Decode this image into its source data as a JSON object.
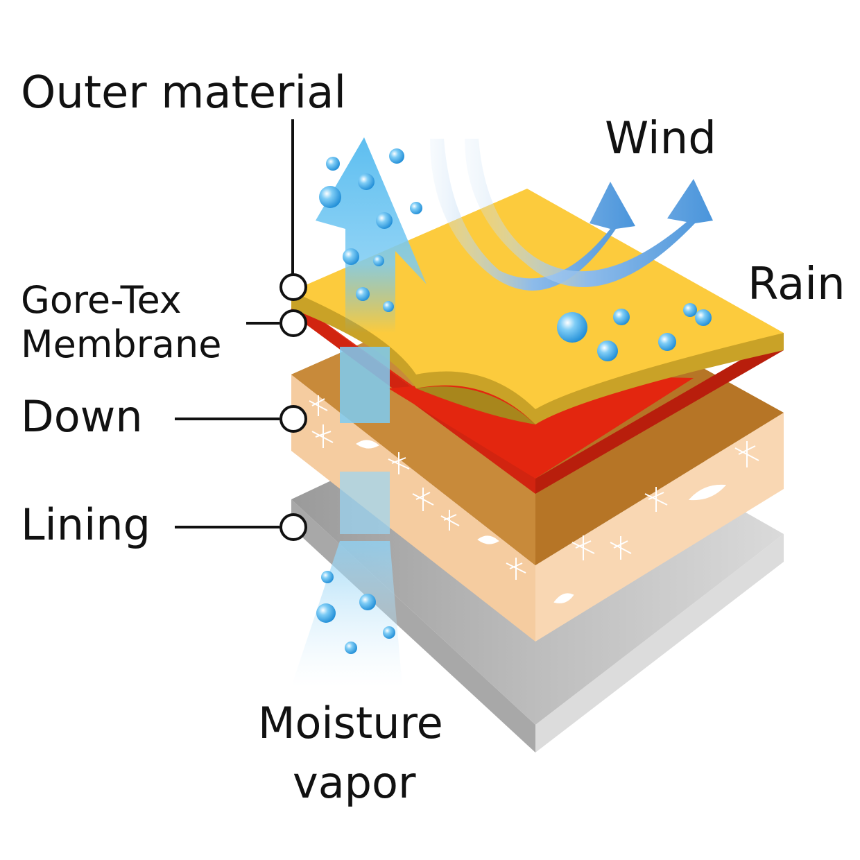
{
  "labels": {
    "outer_material": "Outer material",
    "gore_tex_line1": "Gore-Tex",
    "gore_tex_line2": "Membrane",
    "down": "Down",
    "lining": "Lining",
    "wind": "Wind",
    "rain": "Rain",
    "moisture_line1": "Moisture",
    "moisture_line2": "vapor"
  },
  "colors": {
    "outer_top": "#FCCB3D",
    "outer_edge": "#C9A227",
    "membrane": "#E3260F",
    "membrane_dark": "#A91C0C",
    "down_light": "#F7D5B0",
    "down_dark": "#B8782A",
    "lining": "#C8C8C8",
    "lining_dark": "#8E8E8E",
    "vapor_blue": "#5DBEF0",
    "wind_blue": "#4A95DB",
    "droplet": "#2A9BE0"
  },
  "icons": [
    "vapor-arrow-icon",
    "wind-arrow-icon",
    "droplet-icon",
    "feather-icon"
  ]
}
